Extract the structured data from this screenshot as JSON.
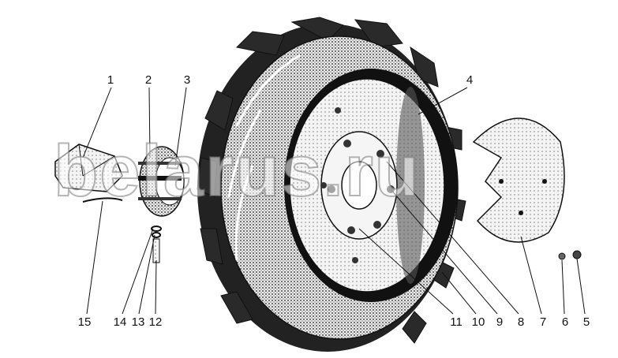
{
  "watermark": "belarus.ru",
  "labels": {
    "top": [
      "1",
      "2",
      "3",
      "4"
    ],
    "bottom": [
      "15",
      "14",
      "13",
      "12",
      "11",
      "10",
      "9",
      "8",
      "7",
      "6",
      "5"
    ]
  },
  "colors": {
    "ink": "#111111",
    "tire": "#3a3a3a",
    "rim": "#d8d8d8"
  }
}
